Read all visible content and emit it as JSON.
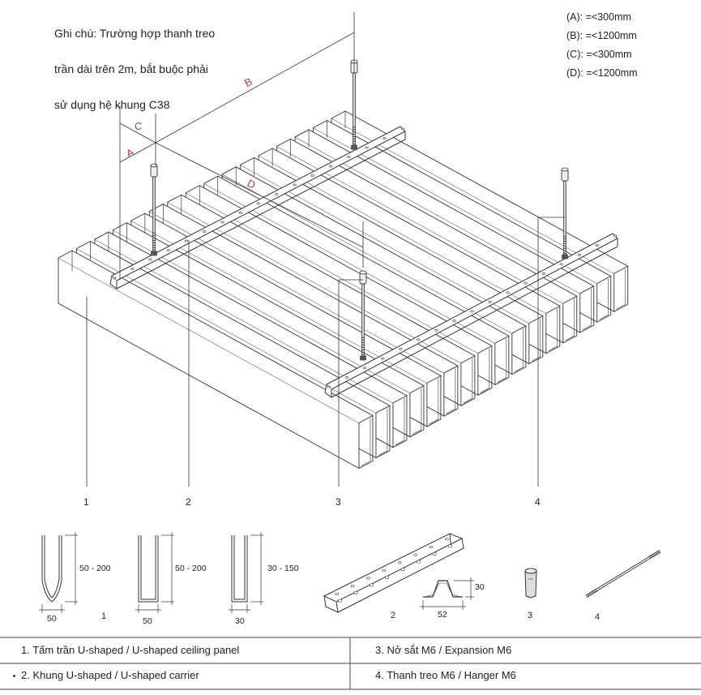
{
  "note": {
    "line1": "Ghi chú: Trường hợp thanh treo",
    "line2": "trần dài trên 2m, bắt buộc phải",
    "line3": "sử dụng hệ khung C38"
  },
  "dimensions": {
    "a": "(A): =<300mm",
    "b": "(B): =<1200mm",
    "c": "(C): =<300mm",
    "d": "(D): =<1200mm"
  },
  "dim_letters": {
    "a": "A",
    "b": "B",
    "c": "C",
    "d": "D"
  },
  "callouts": [
    "1",
    "2",
    "3",
    "4"
  ],
  "details": {
    "panel1": {
      "height": "50 - 200",
      "width": "50",
      "num": "1"
    },
    "panel2": {
      "height": "50 - 200",
      "width": "50"
    },
    "panel3": {
      "height": "30 - 150",
      "width": "30"
    },
    "carrier": {
      "height": "30",
      "width": "52",
      "num": "2"
    },
    "anchor_num": "3",
    "hanger_num": "4"
  },
  "footer": {
    "item1": "1. Tấm trần U-shaped / U-shaped ceiling panel",
    "item2": "2. Khung U-shaped / U-shaped carrier",
    "item3": "3. Nở sắt M6 / Expansion M6",
    "item4": "4. Thanh treo M6 / Hanger M6"
  },
  "colors": {
    "line": "#333333",
    "dimension": "#c0392b",
    "border": "#444444"
  }
}
